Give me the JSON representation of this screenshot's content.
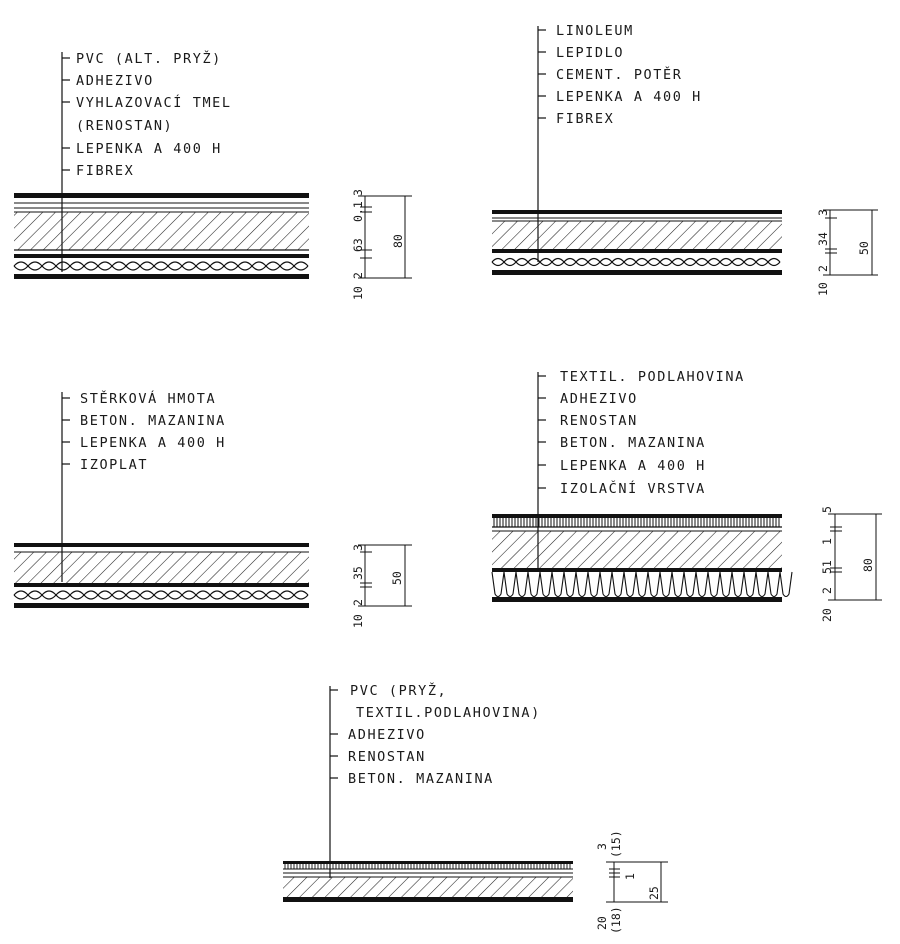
{
  "details": [
    {
      "id": "a",
      "layers": [
        "PVC (ALT. PRYŽ)",
        "ADHEZIVO",
        "VYHLAZOVACÍ TMEL",
        "(RENOSTAN)",
        "LEPENKA  A 400 H",
        "FIBREX"
      ],
      "dims": [
        "10",
        "2",
        "63",
        "0.1",
        "3",
        "80"
      ]
    },
    {
      "id": "b",
      "layers": [
        "LINOLEUM",
        "LEPIDLO",
        "CEMENT. POTĚR",
        "LEPENKA  A 400 H",
        "FIBREX"
      ],
      "dims": [
        "10",
        "2",
        "34",
        "3",
        "50"
      ]
    },
    {
      "id": "c",
      "layers": [
        "STĚRKOVÁ HMOTA",
        "BETON. MAZANINA",
        "LEPENKA  A 400 H",
        "IZOPLAT"
      ],
      "dims": [
        "10",
        "2",
        "35",
        "3",
        "50"
      ]
    },
    {
      "id": "d",
      "layers": [
        "TEXTIL. PODLAHOVINA",
        "ADHEZIVO",
        "RENOSTAN",
        "BETON. MAZANINA",
        "LEPENKA  A 400 H",
        "IZOLAČNÍ VRSTVA"
      ],
      "dims": [
        "20",
        "2",
        "51",
        "1",
        "5",
        "80"
      ]
    },
    {
      "id": "e",
      "layers": [
        "PVC (PRYŽ,",
        "TEXTIL.PODLAHOVINA)",
        "ADHEZIVO",
        "RENOSTAN",
        "BETON. MAZANINA"
      ],
      "dims": [
        "20",
        "(18)",
        "3",
        "(15)",
        "1",
        "25"
      ]
    }
  ]
}
